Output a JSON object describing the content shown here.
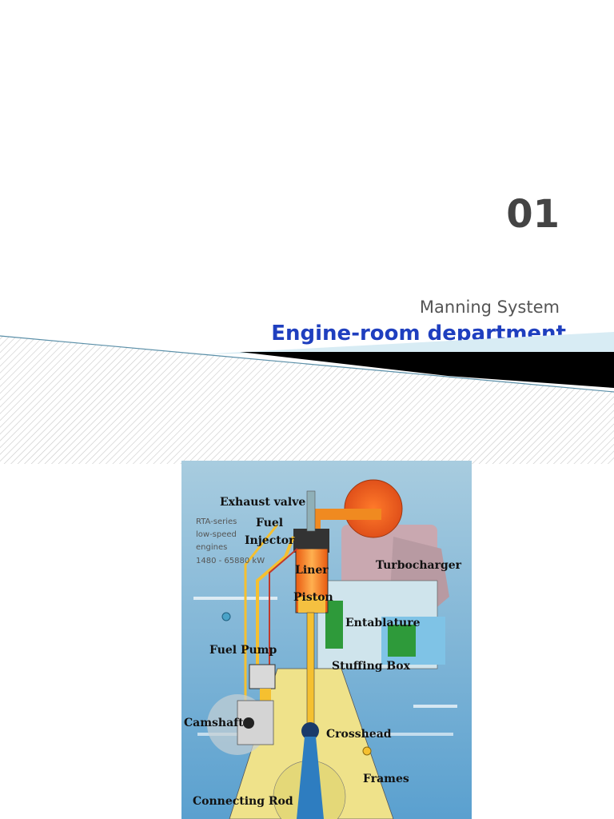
{
  "slide": {
    "number": "01",
    "subtitle": "Manning System",
    "title": "Engine-room department",
    "title_color": "#1f3fbf"
  },
  "diagram": {
    "info_lines": [
      "RTA-series",
      "low-speed",
      "engines",
      "1480 - 65880 kW"
    ],
    "labels": {
      "exhaust_valve": "Exhaust valve",
      "fuel": "Fuel",
      "injector": "Injector",
      "liner": "Liner",
      "piston": "Piston",
      "turbocharger": "Turbocharger",
      "entablature": "Entablature",
      "fuel_pump": "Fuel Pump",
      "stuffing_box": "Stuffing Box",
      "camshaft": "Camshaft",
      "crosshead": "Crosshead",
      "frames": "Frames",
      "connecting_rod": "Connecting Rod"
    }
  }
}
